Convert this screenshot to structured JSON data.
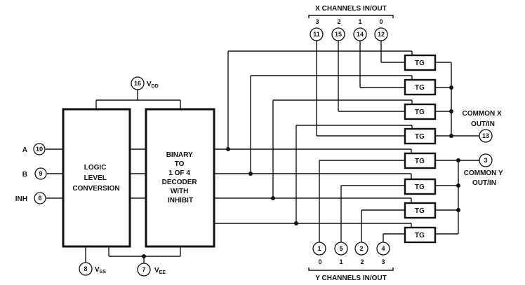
{
  "titles": {
    "x_channels": "X CHANNELS IN/OUT",
    "y_channels": "Y CHANNELS IN/OUT"
  },
  "blocks": {
    "logic": [
      "LOGIC",
      "LEVEL",
      "CONVERSION"
    ],
    "decoder": [
      "BINARY",
      "TO",
      "1 OF 4",
      "DECODER",
      "WITH",
      "INHIBIT"
    ]
  },
  "inputs": [
    {
      "label": "A",
      "pin": "10"
    },
    {
      "label": "B",
      "pin": "9"
    },
    {
      "label": "INH",
      "pin": "6"
    }
  ],
  "supplies": {
    "vdd": {
      "pin": "16",
      "name": "V",
      "sub": "DD"
    },
    "vss": {
      "pin": "8",
      "name": "V",
      "sub": "SS"
    },
    "vee": {
      "pin": "7",
      "name": "V",
      "sub": "EE"
    }
  },
  "x_channels": [
    {
      "index": "3",
      "pin": "11"
    },
    {
      "index": "2",
      "pin": "15"
    },
    {
      "index": "1",
      "pin": "14"
    },
    {
      "index": "0",
      "pin": "12"
    }
  ],
  "y_channels": [
    {
      "index": "0",
      "pin": "1"
    },
    {
      "index": "1",
      "pin": "5"
    },
    {
      "index": "2",
      "pin": "2"
    },
    {
      "index": "3",
      "pin": "4"
    }
  ],
  "gate_label": "TG",
  "common_x": {
    "lines": [
      "COMMON X",
      "OUT/IN"
    ],
    "pin": "13"
  },
  "common_y": {
    "lines": [
      "COMMON Y",
      "OUT/IN"
    ],
    "pin": "3"
  }
}
